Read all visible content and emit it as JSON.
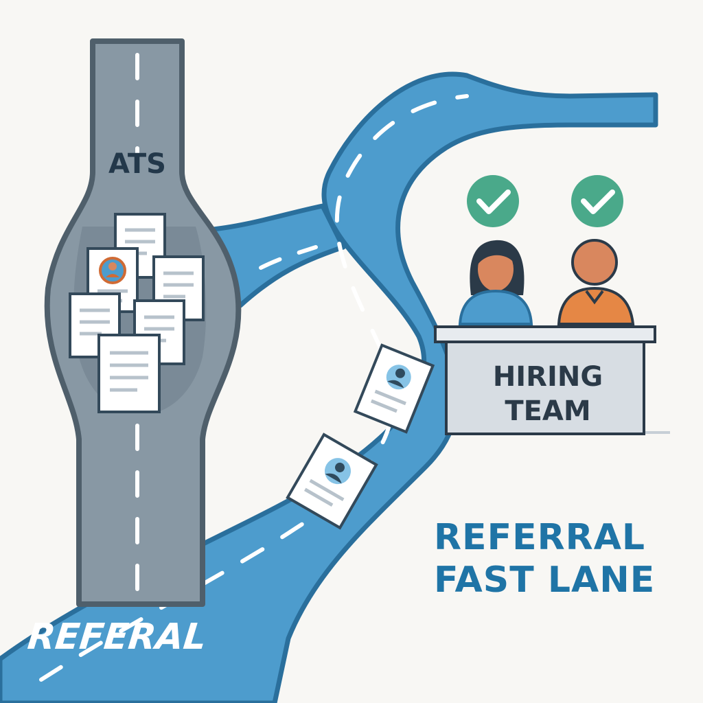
{
  "labels": {
    "ats_road": "ATS",
    "referral_road": "REFERAL",
    "desk_line1": "HIRING",
    "desk_line2": "TEAM",
    "caption_line1": "REFERRAL",
    "caption_line2": "FAST LANE"
  },
  "colors": {
    "background": "#f8f7f4",
    "ats_road": "#8898a4",
    "ats_road_dark": "#4f5f6b",
    "referral_road": "#4d9ccd",
    "referral_road_dark": "#2a6f9c",
    "desk": "#d7dde3",
    "check_badge": "#4aa98a",
    "caption": "#1f74a6",
    "person_left_shirt": "#4d9ccd",
    "person_right_shirt": "#e58745",
    "skin": "#d9875e"
  },
  "icons": {
    "check_badges": [
      "check-icon",
      "check-icon"
    ],
    "resume_cards": "resume-card-icon",
    "person_avatar": "avatar-icon"
  }
}
